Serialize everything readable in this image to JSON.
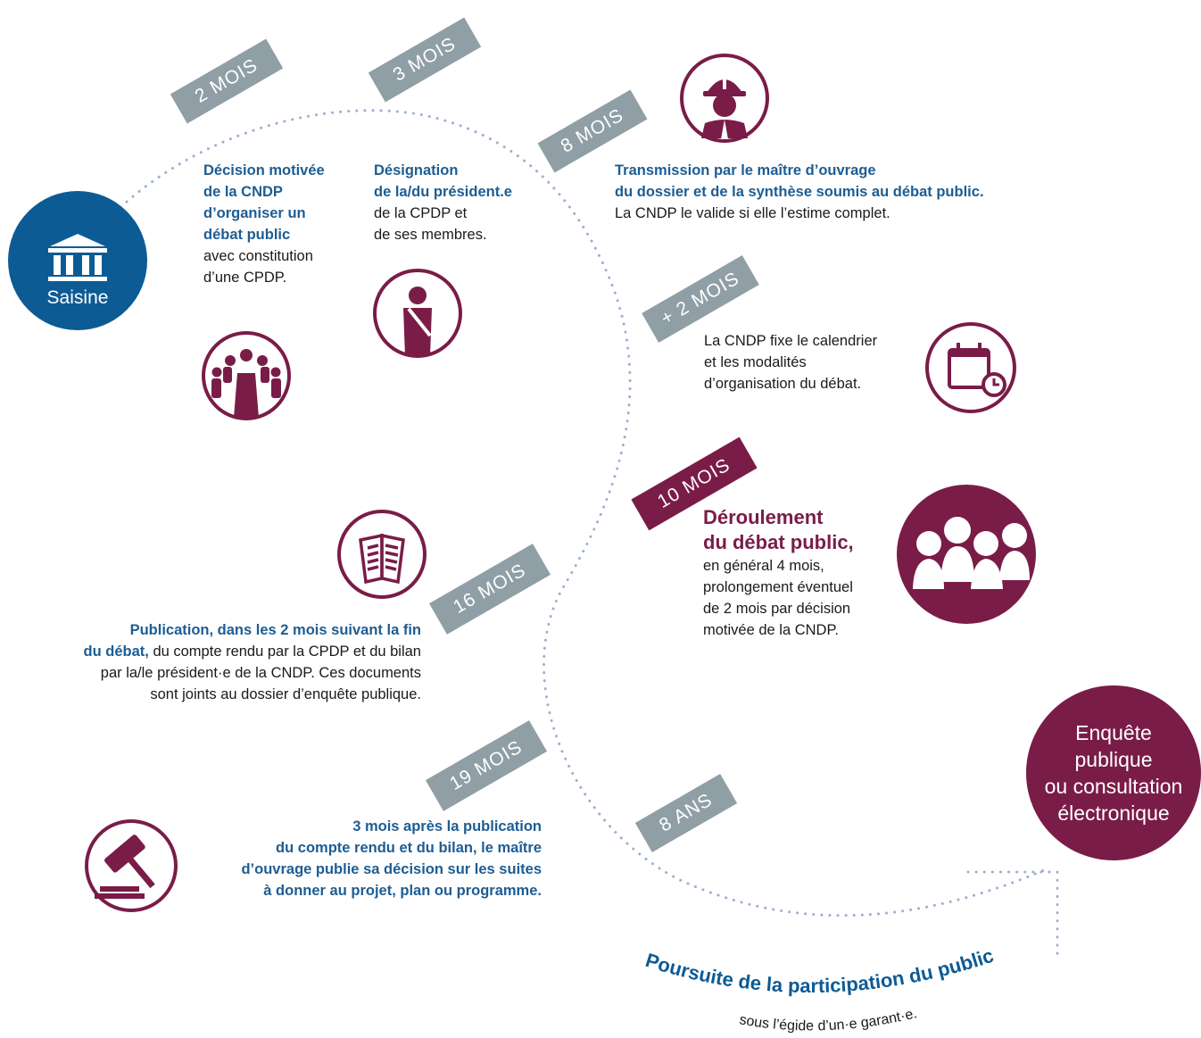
{
  "colors": {
    "blue": "#0d5b94",
    "plum": "#7a1c48",
    "grey_badge": "#909fa5",
    "dots": "#9bb0cf"
  },
  "saisine": {
    "label": "Saisine",
    "icon": "institution-icon"
  },
  "badges": {
    "m2": "2 MOIS",
    "m3": "3 MOIS",
    "m8": "8 MOIS",
    "plus2": "+ 2 MOIS",
    "m10": "10 MOIS",
    "m16": "16 MOIS",
    "m19": "19 MOIS",
    "ans8": "8 ANS"
  },
  "steps": {
    "decision": {
      "bold": [
        "Décision motivée",
        "de la CNDP",
        "d’organiser un",
        "débat public"
      ],
      "normal": [
        "avec constitution",
        "d’une CPDP."
      ],
      "icon": "meeting-icon"
    },
    "designation": {
      "bold": [
        "Désignation",
        "de la/du président.e"
      ],
      "normal": [
        "de la CPDP et",
        "de ses membres."
      ],
      "icon": "president-icon"
    },
    "transmission": {
      "bold": [
        "Transmission par le maître d’ouvrage",
        "du dossier et de la synthèse soumis au débat public."
      ],
      "normal": [
        "La CNDP le valide si elle l’estime complet."
      ],
      "icon": "worker-helmet-icon"
    },
    "calendrier": {
      "normal": [
        "La CNDP fixe le calendrier",
        "et les modalités",
        "d’organisation du débat."
      ],
      "icon": "calendar-clock-icon"
    },
    "deroulement": {
      "bold": [
        "Déroulement",
        "du débat public,"
      ],
      "normal": [
        "en général 4 mois,",
        "prolongement éventuel",
        "de 2 mois par décision",
        "motivée de la CNDP."
      ],
      "icon": "group-people-icon"
    },
    "publication": {
      "bold1": "Publication, dans les 2 mois suivant la fin",
      "bold2": "du débat,",
      "normal2": " du compte rendu par la CPDP et du bilan",
      "normal": [
        "par la/le président·e de la CNDP. Ces documents",
        "sont joints au dossier d’enquête publique."
      ],
      "icon": "document-icon"
    },
    "decision_mo": {
      "bold": [
        "3 mois après la publication",
        "du compte rendu et du bilan, le maître",
        "d’ouvrage publie sa décision sur les suites",
        "à donner au projet, plan ou programme."
      ],
      "icon": "gavel-icon"
    },
    "enquete": {
      "lines": [
        "Enquête",
        "publique",
        "ou consultation",
        "électronique"
      ]
    },
    "poursuite": {
      "title": "Poursuite de la participation du public",
      "sub": "sous l’égide d’un·e garant·e."
    }
  }
}
